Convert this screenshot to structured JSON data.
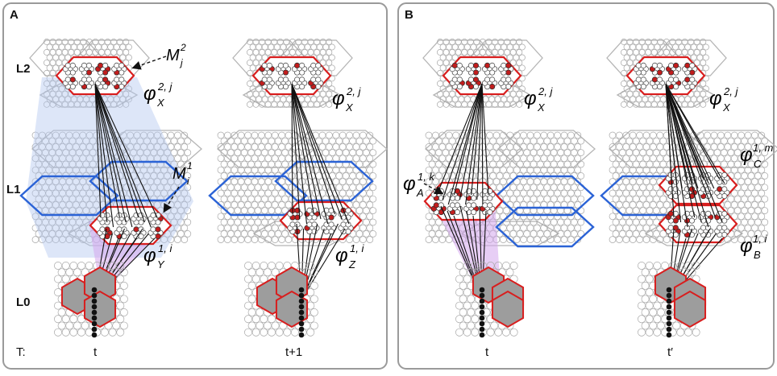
{
  "panels": [
    {
      "id": "A",
      "letter": "A",
      "levels": [
        "L2",
        "L1",
        "L0"
      ],
      "time_prefix": "T:",
      "columns": [
        {
          "time": "t",
          "l2_code": {
            "sym": "φ",
            "sup": "2, j",
            "sub": "X"
          },
          "l1_code": {
            "sym": "φ",
            "sup": "1, i",
            "sub": "Y"
          },
          "mac_labels": [
            {
              "sym": "M",
              "sup": "2",
              "sub": "j"
            },
            {
              "sym": "M",
              "sup": "1",
              "sub": "i"
            }
          ]
        },
        {
          "time": "t+1",
          "l2_code": {
            "sym": "φ",
            "sup": "2, j",
            "sub": "X"
          },
          "l1_code": {
            "sym": "φ",
            "sup": "1, i",
            "sub": "Z"
          }
        }
      ]
    },
    {
      "id": "B",
      "letter": "B",
      "columns": [
        {
          "time": "t",
          "l2_code": {
            "sym": "φ",
            "sup": "2, j",
            "sub": "X"
          },
          "l1_code": {
            "sym": "φ",
            "sup": "1, k",
            "sub": "A"
          }
        },
        {
          "time": "t′",
          "l2_code": {
            "sym": "φ",
            "sup": "2, j",
            "sub": "X"
          },
          "l1_code_top": {
            "sym": "φ",
            "sup": "1, m",
            "sub": "C"
          },
          "l1_code": {
            "sym": "φ",
            "sup": "1, i",
            "sub": "B"
          }
        }
      ]
    }
  ],
  "colors": {
    "mac_active": "#d81e1e",
    "l1_highlight": "#2b63d6",
    "rf_blue": "#b3c8ef",
    "rf_purple": "#d3a6ec",
    "active_cell": "#c21d1d"
  }
}
